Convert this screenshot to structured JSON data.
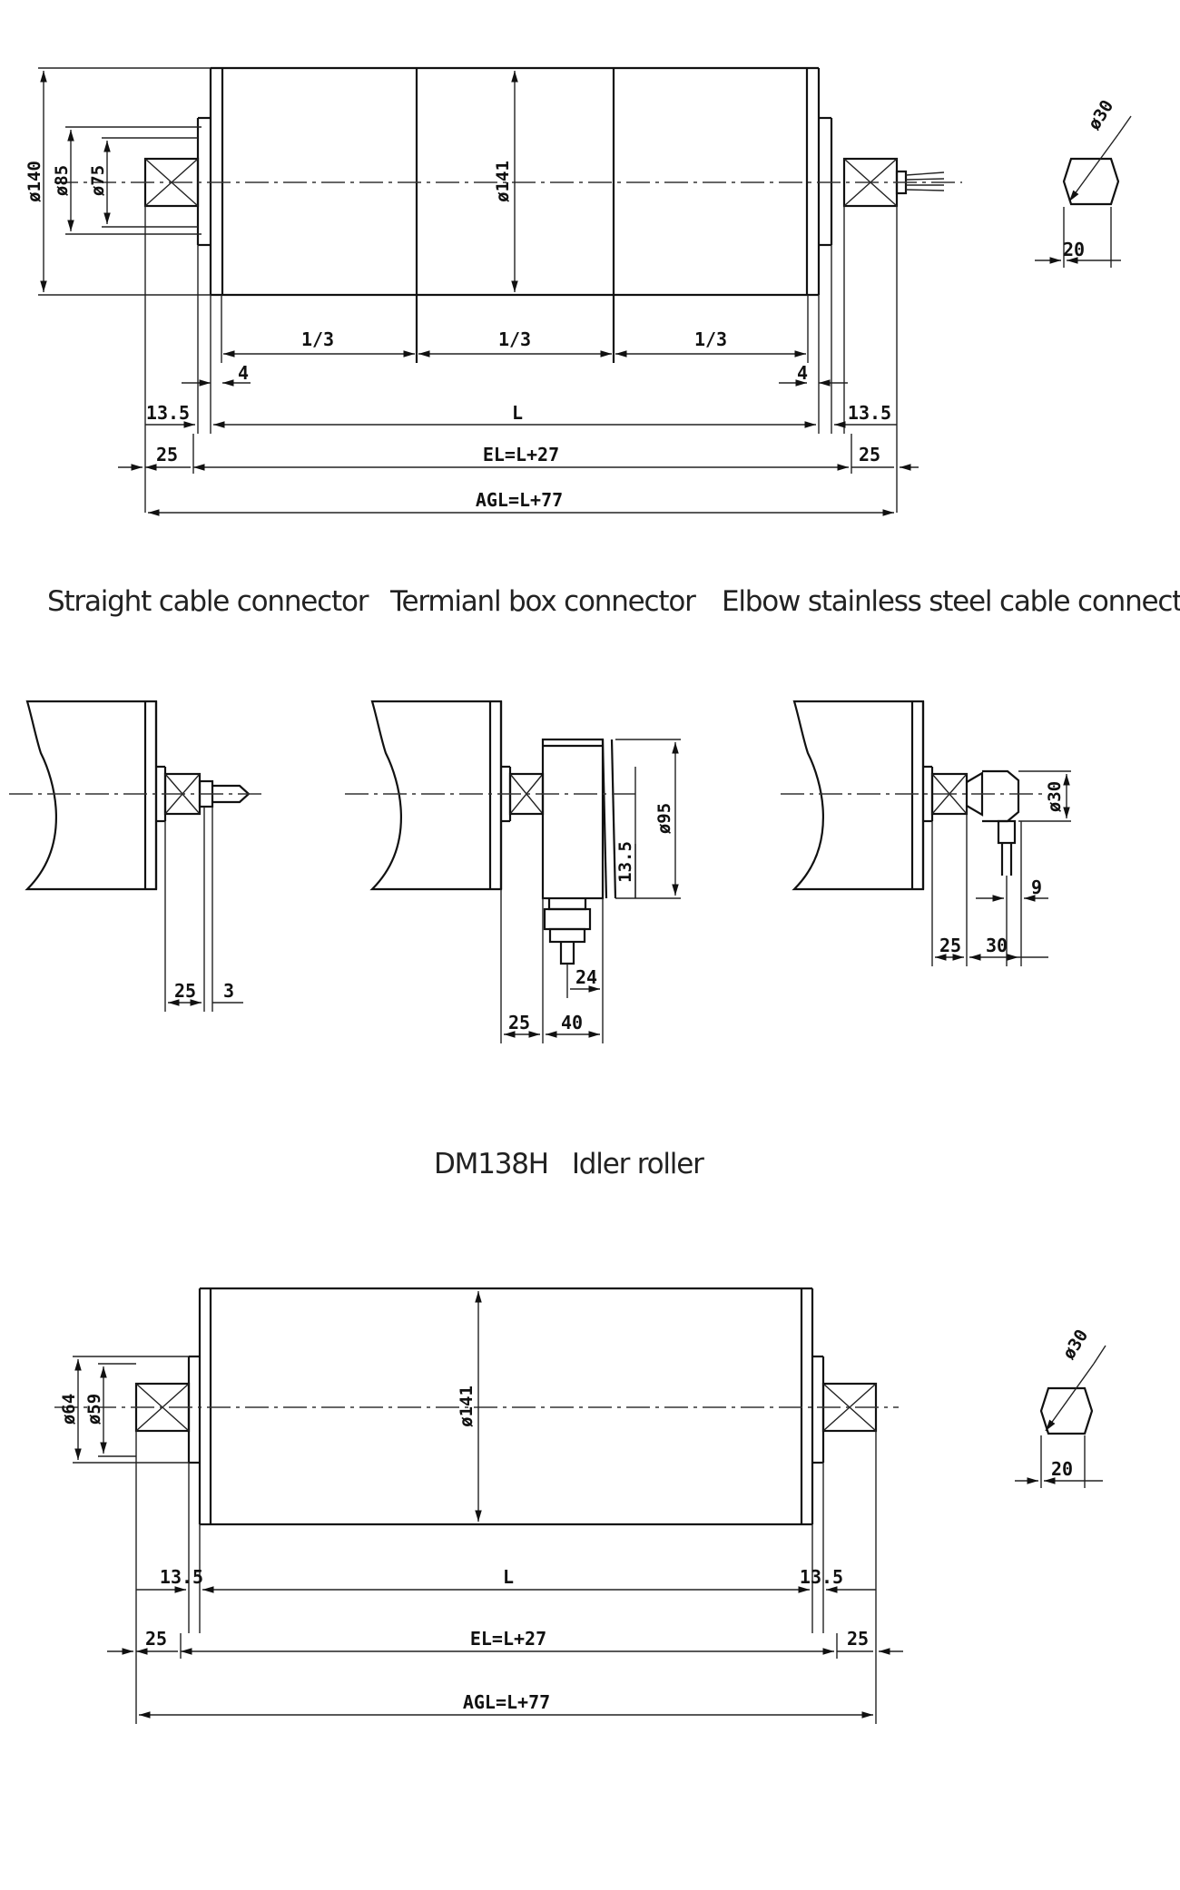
{
  "captions": {
    "straight": "Straight cable connector",
    "terminal": "Termianl box connector",
    "elbow": "Elbow stainless steel cable connector",
    "idler": "DM138H   Idler roller"
  },
  "motor_roller": {
    "dia_outer": "ø140",
    "dia_85": "ø85",
    "dia_75": "ø75",
    "dia_141": "ø141",
    "third_1": "1/3",
    "third_2": "1/3",
    "third_3": "1/3",
    "gap_left": "4",
    "gap_right": "4",
    "end_left": "13.5",
    "end_right": "13.5",
    "length": "L",
    "shaft_left": "25",
    "shaft_right": "25",
    "el": "EL=L+27",
    "agl": "AGL=L+77",
    "shaft_dia": "ø30",
    "flat": "20"
  },
  "connectors": {
    "straight": {
      "d25": "25",
      "d3": "3"
    },
    "terminal": {
      "dia": "ø95",
      "d135": "13.5",
      "d24": "24",
      "d25": "25",
      "d40": "40"
    },
    "elbow": {
      "dia": "ø30",
      "d9": "9",
      "d25": "25",
      "d30": "30"
    }
  },
  "idler_roller": {
    "dia_64": "ø64",
    "dia_59": "ø59",
    "dia_141": "ø141",
    "end_left": "13.5",
    "end_right": "13.5",
    "length": "L",
    "shaft_left": "25",
    "shaft_right": "25",
    "el": "EL=L+27",
    "agl": "AGL=L+77",
    "shaft_dia": "ø30",
    "flat": "20"
  }
}
